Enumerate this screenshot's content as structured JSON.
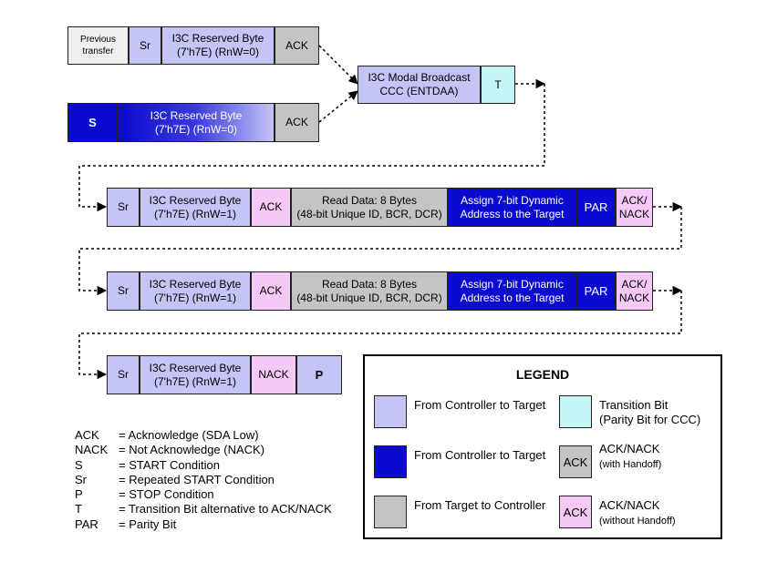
{
  "row1": {
    "prev": "Previous\ntransfer",
    "sr": "Sr",
    "reserved": "I3C Reserved Byte\n(7'h7E) (RnW=0)",
    "ack": "ACK"
  },
  "row2": {
    "s": "S",
    "reserved": "I3C Reserved Byte\n(7'h7E) (RnW=0)",
    "ack": "ACK"
  },
  "ccc": {
    "label": "I3C Modal Broadcast\nCCC (ENTDAA)",
    "t": "T"
  },
  "row3": {
    "sr": "Sr",
    "reserved": "I3C Reserved Byte\n(7'h7E) (RnW=1)",
    "ack": "ACK",
    "read": "Read Data: 8 Bytes\n(48-bit Unique ID, BCR, DCR)",
    "assign": "Assign 7-bit Dynamic\nAddress to the Target",
    "par": "PAR",
    "acknack": "ACK/\nNACK"
  },
  "row4": {
    "sr": "Sr",
    "reserved": "I3C Reserved Byte\n(7'h7E) (RnW=1)",
    "ack": "ACK",
    "read": "Read Data: 8 Bytes\n(48-bit Unique ID, BCR, DCR)",
    "assign": "Assign 7-bit Dynamic\nAddress to the Target",
    "par": "PAR",
    "acknack": "ACK/\nNACK"
  },
  "row5": {
    "sr": "Sr",
    "reserved": "I3C Reserved Byte\n(7'h7E) (RnW=1)",
    "nack": "NACK",
    "p": "P"
  },
  "definitions": [
    {
      "abbr": "ACK",
      "text": "= Acknowledge (SDA Low)"
    },
    {
      "abbr": "NACK",
      "text": "= Not Acknowledge (NACK)"
    },
    {
      "abbr": "S",
      "text": "= START Condition"
    },
    {
      "abbr": "Sr",
      "text": "= Repeated START Condition"
    },
    {
      "abbr": "P",
      "text": "= STOP Condition"
    },
    {
      "abbr": "T",
      "text": "= Transition Bit alternative to ACK/NACK"
    },
    {
      "abbr": "PAR",
      "text": "= Parity Bit"
    }
  ],
  "legend": {
    "title": "LEGEND",
    "item1": "From Controller to Target",
    "item2": "From Controller to Target",
    "item3": "From Target to Controller",
    "item4": "Transition Bit\n(Parity Bit for CCC)",
    "item5_swatch": "ACK",
    "item5_main": "ACK/NACK",
    "item5_sub": "(with Handoff)",
    "item6_swatch": "ACK",
    "item6_main": "ACK/NACK",
    "item6_sub": "(without Handoff)"
  },
  "colors": {
    "controller_light": "#c4c4f6",
    "controller_dark": "#0a0ad0",
    "target": "#c4c4c4",
    "ack_no_handoff": "#f5c8f5",
    "transition": "#c4f6f6"
  }
}
